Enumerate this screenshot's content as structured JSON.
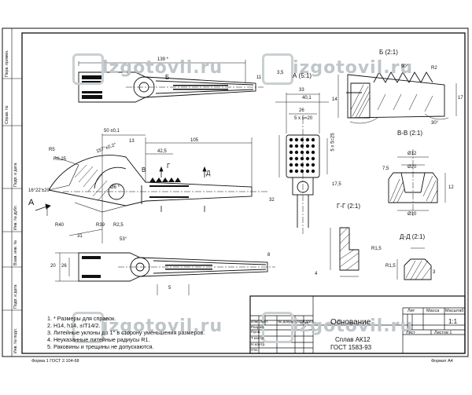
{
  "watermark": {
    "text": "izgotovil.ru"
  },
  "side_columns": [
    "Перв. примен.",
    "Справ. №",
    "Подп. и дата",
    "Инв. № дубл.",
    "Взам. инв. №",
    "Подп. и дата",
    "Инв. № подл."
  ],
  "views": {
    "view_a": "А",
    "section_a": "А (5:1)",
    "section_b": "Б (2:1)",
    "section_v": "В-В (2:1)",
    "section_g": "Г-Г (2:1)",
    "section_d": "Д-Д (2:1)",
    "mark_b": "Б",
    "mark_v": "В",
    "mark_g": "Г",
    "mark_d": "Д"
  },
  "dimensions": {
    "d139": "139 *",
    "d50": "50 ±0,1",
    "d13": "13",
    "d105": "105",
    "d42": "42,5",
    "d31": "31",
    "d33": "33",
    "d40": "40,1",
    "d26": "26",
    "d5x5": "5 х 5=20",
    "d5x5v": "5 х 5=25",
    "d157": "157°±0,2°",
    "d16": "16°22'±20'",
    "r5": "R5",
    "r625": "R6,25",
    "r40": "R40",
    "r39": "R39",
    "r25": "R2,5",
    "r2": "R2",
    "r15": "R1,5",
    "r1": "R1,5",
    "a90": "90°",
    "a30": "30°",
    "a53": "53°",
    "a6": "Ø6 *",
    "d12": "Ø12",
    "d10": "Ø10",
    "d20": "Ø20",
    "d32": "32",
    "d20b": "20",
    "d26b": "26",
    "d17": "17",
    "d14": "14",
    "d35": "3,5",
    "d8": "8",
    "d5": "5",
    "d4": "4",
    "d3": "3",
    "d12b": "12",
    "d75": "7,5",
    "d175": "17,5",
    "d11": "11"
  },
  "notes": [
    "1. * Размеры для справок.",
    "2. H14, h14, ±IT14/2.",
    "3. Литейные уклоны до 1° в сторону уменьшения размеров.",
    "4. Неуказанные литейные радиусы R1.",
    "5. Раковины и трещины не допускаются."
  ],
  "title_block": {
    "part_name": "Основание",
    "material_line1": "Сплав АК12",
    "material_line2": "ГОСТ 1583-93",
    "lit_label": "Лит",
    "mass_label": "Масса",
    "scale_label": "Масштаб",
    "scale_value": "1:1",
    "sheet_label": "Лист",
    "sheets_label": "Листов 1",
    "row_labels": [
      "Изм",
      "Лист",
      "№ докум.",
      "Подп.",
      "Дата"
    ],
    "dev_label": "Разраб.",
    "check_label": "Пров.",
    "tcontrol_label": "Т.контр.",
    "ncontrol_label": "Н.контр.",
    "approve_label": "Утв."
  },
  "footer": {
    "form_left": "Форма 1 ГОСТ 2.104-68",
    "form_right": "Формат А4"
  }
}
